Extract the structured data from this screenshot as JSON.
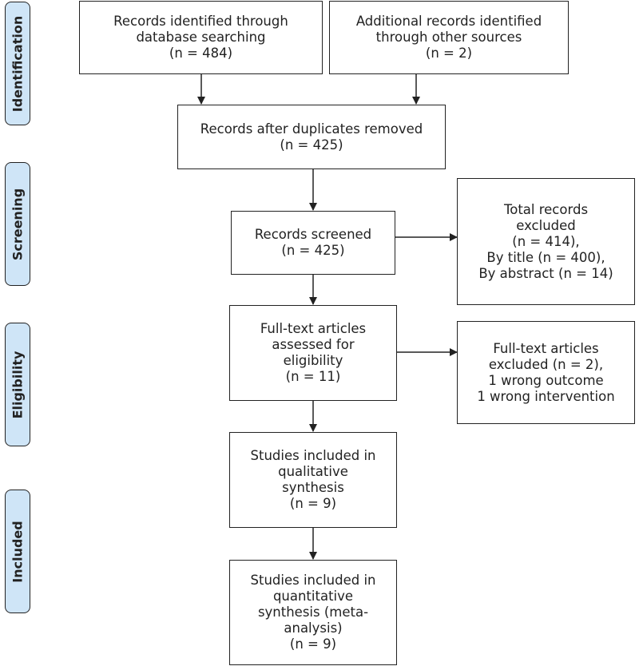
{
  "phases": {
    "identification": "Identification",
    "screening": "Screening",
    "eligibility": "Eligibility",
    "included": "Included"
  },
  "boxes": {
    "database_records": [
      "Records identified through",
      "database searching",
      "(n = 484)"
    ],
    "other_sources": [
      "Additional records identified",
      "through other sources",
      "(n = 2)"
    ],
    "duplicates_removed": [
      "Records after duplicates removed",
      "(n = 425)"
    ],
    "records_screened": [
      "Records screened",
      "(n = 425)"
    ],
    "records_excluded": [
      "Total records",
      "excluded",
      "(n = 414),",
      "By title (n = 400),",
      "By abstract (n = 14)"
    ],
    "fulltext_assessed": [
      "Full-text articles",
      "assessed for",
      "eligibility",
      "(n = 11)"
    ],
    "fulltext_excluded": [
      "Full-text articles",
      "excluded (n = 2),",
      "1 wrong outcome",
      "1 wrong intervention"
    ],
    "qualitative": [
      "Studies included in",
      "qualitative",
      "synthesis",
      "(n = 9)"
    ],
    "quantitative": [
      "Studies included in",
      "quantitative",
      "synthesis (meta-",
      "analysis)",
      "(n = 9)"
    ]
  },
  "colors": {
    "phase_fill": "#cfe5f7",
    "stroke": "#222222"
  }
}
